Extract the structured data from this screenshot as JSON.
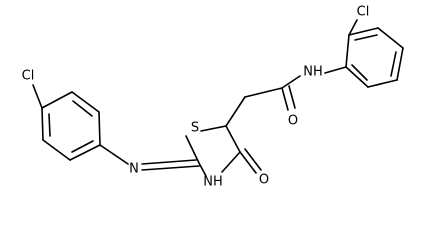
{
  "molecule": {
    "atoms": {
      "cl_left": "Cl",
      "n_imine": "N",
      "s_ring": "S",
      "nh_ring": "NH",
      "o_ring": "O",
      "o_amide": "O",
      "nh_amide": "NH",
      "cl_right": "Cl"
    }
  }
}
